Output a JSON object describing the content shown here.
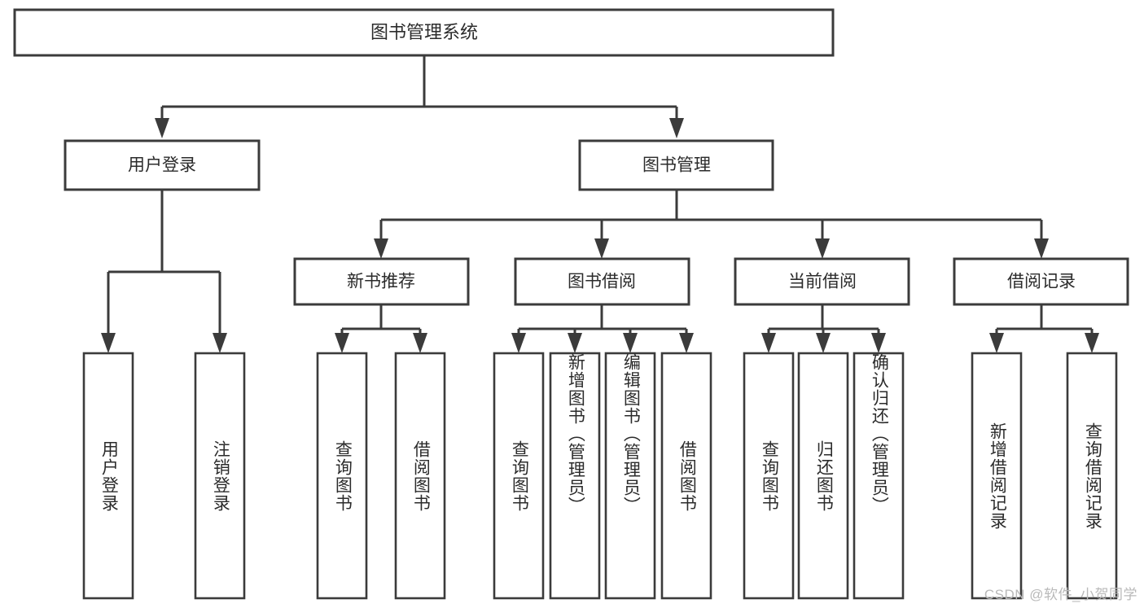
{
  "diagram": {
    "title": "图书管理系统",
    "type": "tree",
    "orientation": "top-down",
    "colors": {
      "box_stroke": "#3b3b3b",
      "box_fill": "#ffffff",
      "connector": "#3b3b3b",
      "text": "#2b2b2b",
      "background": "#ffffff",
      "watermark": "#b9b9b9"
    },
    "levels": {
      "root": "图书管理系统",
      "level2": [
        "用户登录",
        "图书管理"
      ],
      "level3": [
        "新书推荐",
        "图书借阅",
        "当前借阅",
        "借阅记录"
      ]
    }
  },
  "root": {
    "label": "图书管理系统"
  },
  "branches": [
    {
      "id": "user-login",
      "label": "用户登录",
      "children": [
        {
          "id": "user-login-leaf",
          "label": "用户登录"
        },
        {
          "id": "user-logout-leaf",
          "label": "注销登录"
        }
      ]
    },
    {
      "id": "book-management",
      "label": "图书管理",
      "subgroups": [
        {
          "id": "new-book-recommend",
          "label": "新书推荐",
          "children": [
            {
              "id": "query-book-1",
              "label": "查询图书"
            },
            {
              "id": "borrow-book-1",
              "label": "借阅图书"
            }
          ]
        },
        {
          "id": "book-borrow",
          "label": "图书借阅",
          "children": [
            {
              "id": "query-book-2",
              "label": "查询图书"
            },
            {
              "id": "add-book",
              "label": "新增图书（管理员）"
            },
            {
              "id": "edit-book",
              "label": "编辑图书（管理员）"
            },
            {
              "id": "borrow-book-2",
              "label": "借阅图书"
            }
          ]
        },
        {
          "id": "current-borrow",
          "label": "当前借阅",
          "children": [
            {
              "id": "query-book-3",
              "label": "查询图书"
            },
            {
              "id": "return-book",
              "label": "归还图书"
            },
            {
              "id": "confirm-return",
              "label": "确认归还（管理员）"
            }
          ]
        },
        {
          "id": "borrow-records",
          "label": "借阅记录",
          "children": [
            {
              "id": "add-borrow-record",
              "label": "新增借阅记录"
            },
            {
              "id": "query-borrow-record",
              "label": "查询借阅记录"
            }
          ]
        }
      ]
    }
  ],
  "watermark": {
    "text": "CSDN @软件_小贺同学"
  }
}
